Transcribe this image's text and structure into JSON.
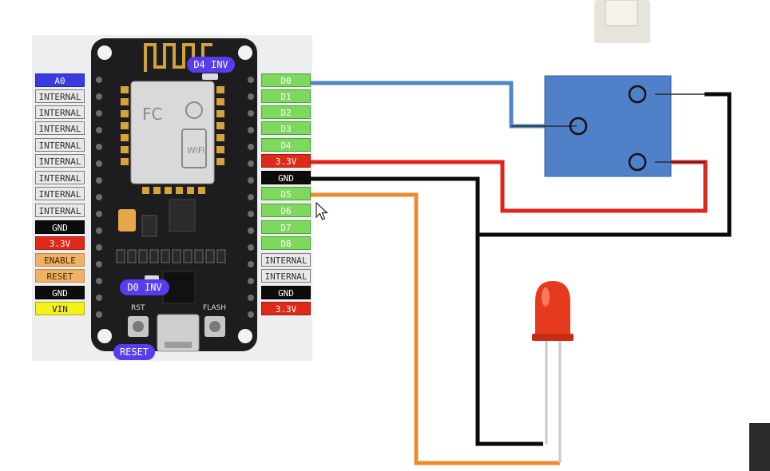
{
  "board": {
    "left_pins": [
      {
        "label": "A0",
        "color": "blue"
      },
      {
        "label": "INTERNAL",
        "color": "gray"
      },
      {
        "label": "INTERNAL",
        "color": "gray"
      },
      {
        "label": "INTERNAL",
        "color": "gray"
      },
      {
        "label": "INTERNAL",
        "color": "gray"
      },
      {
        "label": "INTERNAL",
        "color": "gray"
      },
      {
        "label": "INTERNAL",
        "color": "gray"
      },
      {
        "label": "INTERNAL",
        "color": "gray"
      },
      {
        "label": "INTERNAL",
        "color": "gray"
      },
      {
        "label": "GND",
        "color": "black"
      },
      {
        "label": "3.3V",
        "color": "red"
      },
      {
        "label": "ENABLE",
        "color": "orange"
      },
      {
        "label": "RESET",
        "color": "orange"
      },
      {
        "label": "GND",
        "color": "black"
      },
      {
        "label": "VIN",
        "color": "yellow"
      }
    ],
    "right_pins": [
      {
        "label": "D0",
        "color": "green"
      },
      {
        "label": "D1",
        "color": "green"
      },
      {
        "label": "D2",
        "color": "green"
      },
      {
        "label": "D3",
        "color": "green"
      },
      {
        "label": "D4",
        "color": "green"
      },
      {
        "label": "3.3V",
        "color": "red"
      },
      {
        "label": "GND",
        "color": "black"
      },
      {
        "label": "D5",
        "color": "green"
      },
      {
        "label": "D6",
        "color": "green"
      },
      {
        "label": "D7",
        "color": "green"
      },
      {
        "label": "D8",
        "color": "green"
      },
      {
        "label": "INTERNAL",
        "color": "gray"
      },
      {
        "label": "INTERNAL",
        "color": "gray"
      },
      {
        "label": "GND",
        "color": "black"
      },
      {
        "label": "3.3V",
        "color": "red"
      }
    ],
    "tags": {
      "d4_inv": "D4 INV",
      "d0_inv": "D0 INV",
      "reset": "RESET"
    },
    "silkscreen": {
      "rst": "RST",
      "flash": "FLASH",
      "fc": "FC",
      "wifi": "WiFi"
    }
  },
  "wires": {
    "blue": "#4f86c6",
    "red": "#e0261b",
    "black": "#0a0a0a",
    "orange": "#ee8a2f"
  },
  "colors": {
    "relay_body": "#4f80c8",
    "led": "#e53a1d",
    "pcb": "#1d1d1f"
  }
}
